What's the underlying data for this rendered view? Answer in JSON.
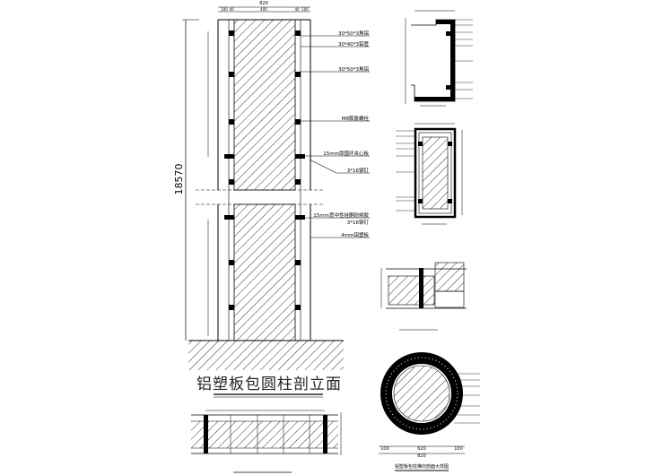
{
  "main_elevation": {
    "title": "铝塑板包圆柱剖立面",
    "total_width": "820",
    "width_parts": [
      "100",
      "40",
      "400",
      "40",
      "100"
    ],
    "total_height": "18570",
    "labels": [
      "30*50*3角铝",
      "30*40*3铝管",
      "30*50*3角铝",
      "M8膨胀螺栓",
      "15mm厚圆环夹心板",
      "3*16铆钉",
      "15mm宽中性硅酮耐候胶",
      "3*16铆钉",
      "4mm铝塑板"
    ]
  },
  "circle_section": {
    "caption": "铝塑板包柱横向剖面大样图",
    "dims": [
      "100",
      "620",
      "100"
    ],
    "total": "820"
  }
}
